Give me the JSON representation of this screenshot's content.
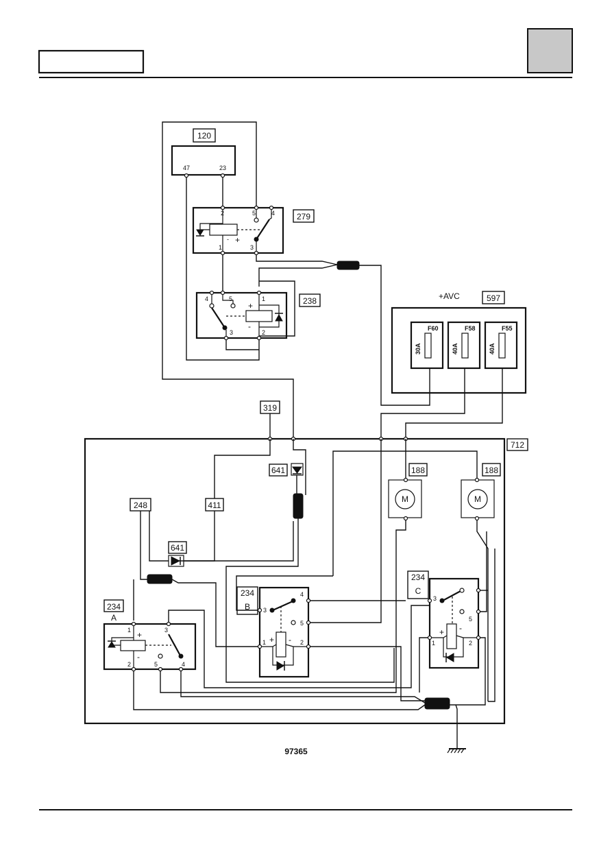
{
  "header": {
    "title_box": "",
    "corner_tab": ""
  },
  "diagram": {
    "figure_number": "97365",
    "supply_label": "+AVC",
    "components": {
      "c120": "120",
      "c279": "279",
      "c238": "238",
      "c597": "597",
      "c319": "319",
      "c712": "712",
      "c641a": "641",
      "c641b": "641",
      "c248": "248",
      "c411": "411",
      "c188a": "188",
      "c188b": "188",
      "c234a": "234",
      "c234a_sub": "A",
      "c234b": "234",
      "c234b_sub": "B",
      "c234c": "234",
      "c234c_sub": "C"
    },
    "fuses": [
      {
        "id": "F60",
        "rating": "30A"
      },
      {
        "id": "F58",
        "rating": "40A"
      },
      {
        "id": "F55",
        "rating": "40A"
      }
    ],
    "pins": {
      "p120_47": "47",
      "p120_23": "23",
      "p279_2": "2",
      "p279_5": "5",
      "p279_4": "4",
      "p279_1": "1",
      "p279_3": "3",
      "p238_4": "4",
      "p238_5": "5",
      "p238_1": "1",
      "p238_3": "3",
      "p238_2": "2",
      "pA_1": "1",
      "pA_3": "3",
      "pA_2": "2",
      "pA_5": "5",
      "pA_4": "4",
      "pB_3": "3",
      "pB_4": "4",
      "pB_5": "5",
      "pB_1": "1",
      "pB_2": "2",
      "pC_3": "3",
      "pC_5": "5",
      "pC_1": "1",
      "pC_2": "2"
    },
    "motor_symbol": "M",
    "polarity_plus": "+",
    "polarity_minus": "-"
  }
}
